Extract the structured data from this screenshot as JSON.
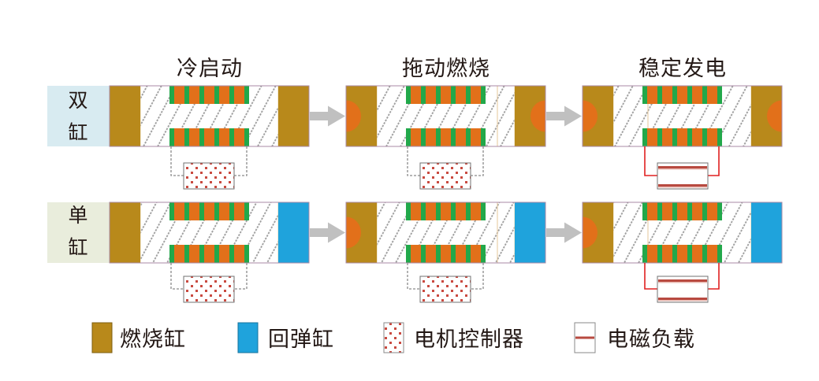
{
  "figure": {
    "stages": [
      {
        "title": "冷启动"
      },
      {
        "title": "拖动燃烧"
      },
      {
        "title": "稳定发电"
      }
    ],
    "rows": [
      {
        "label_line1": "双",
        "label_line2": "缸",
        "configuration": "dual-cylinder",
        "cells": [
          {
            "left_chamber": "combustion",
            "right_chamber": "combustion",
            "left_combustion": false,
            "right_combustion": false,
            "connected_to": "motor-controller"
          },
          {
            "left_chamber": "combustion",
            "right_chamber": "combustion",
            "left_combustion": true,
            "right_combustion": true,
            "connected_to": "motor-controller"
          },
          {
            "left_chamber": "combustion",
            "right_chamber": "combustion",
            "left_combustion": true,
            "right_combustion": true,
            "connected_to": "electromagnetic-load"
          }
        ]
      },
      {
        "label_line1": "单",
        "label_line2": "缸",
        "configuration": "single-cylinder",
        "cells": [
          {
            "left_chamber": "combustion",
            "right_chamber": "rebound",
            "left_combustion": false,
            "right_combustion": false,
            "connected_to": "motor-controller"
          },
          {
            "left_chamber": "combustion",
            "right_chamber": "rebound",
            "left_combustion": true,
            "right_combustion": false,
            "connected_to": "motor-controller"
          },
          {
            "left_chamber": "combustion",
            "right_chamber": "rebound",
            "left_combustion": true,
            "right_combustion": false,
            "connected_to": "electromagnetic-load"
          }
        ]
      }
    ]
  },
  "legend": [
    {
      "key": "combustion",
      "label": "燃烧缸"
    },
    {
      "key": "rebound",
      "label": "回弹缸"
    },
    {
      "key": "motor-controller",
      "label": "电机控制器"
    },
    {
      "key": "electromagnetic-load",
      "label": "电磁负载"
    }
  ],
  "colors": {
    "combustion_cylinder": "#b8891b",
    "combustion_border": "#7d5e12",
    "rebound_cylinder": "#1fa3dc",
    "rebound_border": "#17739c",
    "combustion_flame": "#e2701a",
    "coil_winding": "#e2701a",
    "coil_core": "#22a84a",
    "hatch_line": "#9c9c9c",
    "box_outline": "#a98aa6",
    "controller_dot": "#c94a40",
    "controller_wire": "#8a8a8a",
    "load_wire": "#e02020",
    "load_stripe": "#b84a40",
    "arrow": "#c0c0c0",
    "row_label_dual_bg": "#d8ebf1",
    "row_label_single_bg": "#e9eddc",
    "text": "#231815"
  }
}
